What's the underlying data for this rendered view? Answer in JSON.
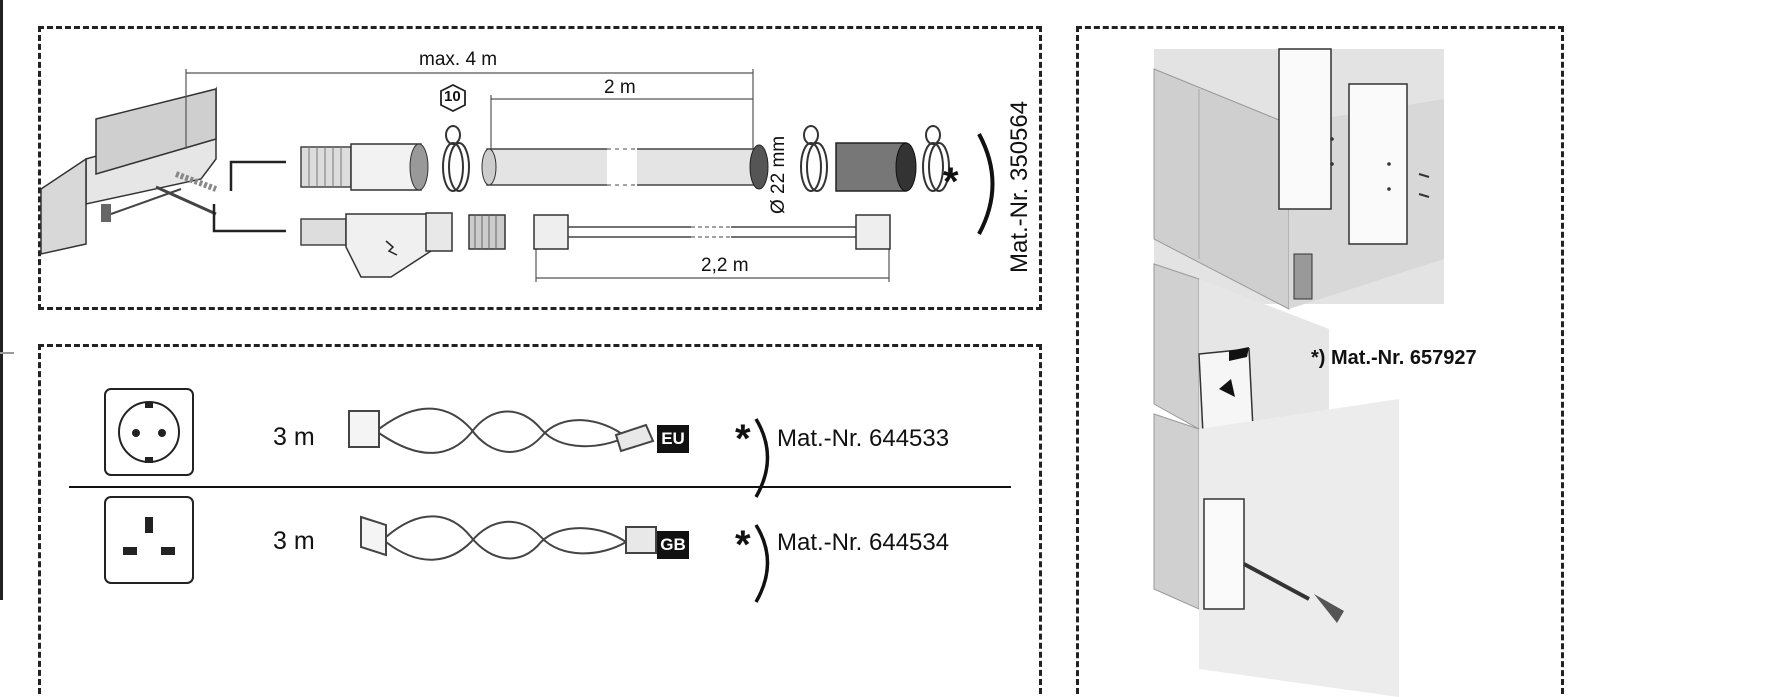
{
  "hoses": {
    "max_length": "max. 4 m",
    "extension_length": "2 m",
    "diameter": "Ø 22 mm",
    "inlet_length": "2,2 m",
    "wrench_size": "10",
    "footnote_mark": "*)",
    "mat_nr": "Mat.-Nr. 350564"
  },
  "cables": {
    "rows": [
      {
        "length": "3 m",
        "region": "EU",
        "mat_nr": "Mat.-Nr. 644533"
      },
      {
        "length": "3 m",
        "region": "GB",
        "mat_nr": "Mat.-Nr. 644534"
      }
    ]
  },
  "plinth": {
    "mat_label": "*) Mat.-Nr. 657927"
  }
}
